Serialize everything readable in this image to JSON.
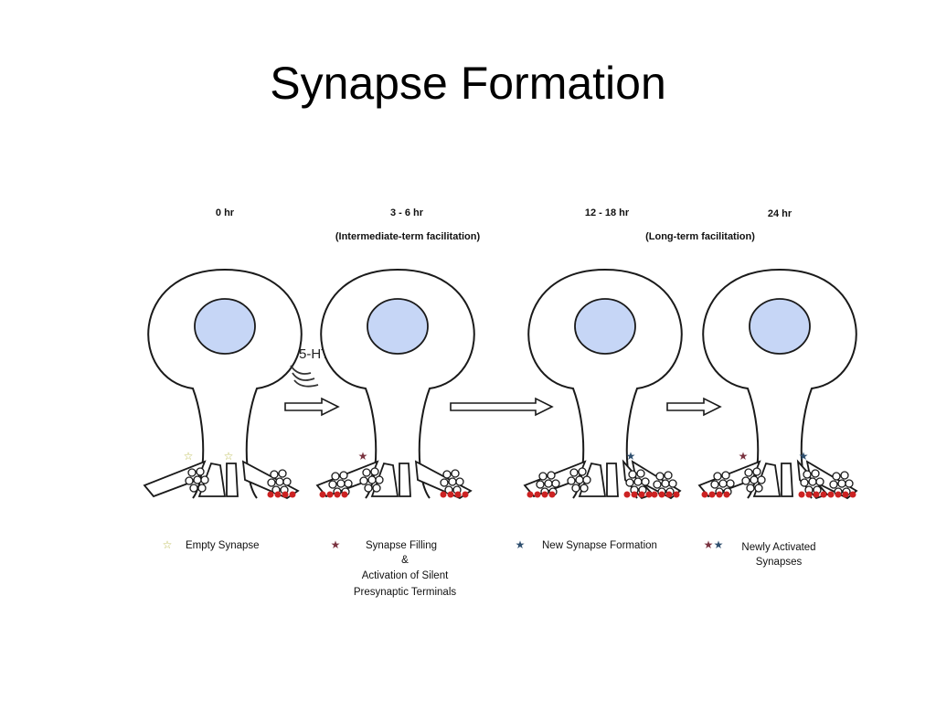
{
  "slide": {
    "title": "Synapse Formation"
  },
  "diagram": {
    "time_labels": [
      "0 hr",
      "3 - 6 hr",
      "12 - 18 hr",
      "24 hr"
    ],
    "phase_labels": [
      "(Intermediate-term facilitation)",
      "(Long-term facilitation)"
    ],
    "stimulus_label": "5-HT",
    "legend": [
      {
        "lines": [
          "Empty Synapse"
        ],
        "star_colors": [
          "#b8b84a"
        ]
      },
      {
        "lines": [
          "Synapse Filling",
          "&",
          "Activation of Silent",
          "Presynaptic Terminals"
        ],
        "star_colors": [
          "#7a3340"
        ]
      },
      {
        "lines": [
          "New Synapse Formation"
        ],
        "star_colors": [
          "#2f4f6f"
        ]
      },
      {
        "lines": [
          "Newly Activated",
          "Synapses"
        ],
        "star_colors": [
          "#7a3340",
          "#2f4f6f"
        ]
      }
    ],
    "colors": {
      "nucleus": "#c6d6f6",
      "outline": "#1a1a1a",
      "active_zone": "#cc2222"
    }
  }
}
